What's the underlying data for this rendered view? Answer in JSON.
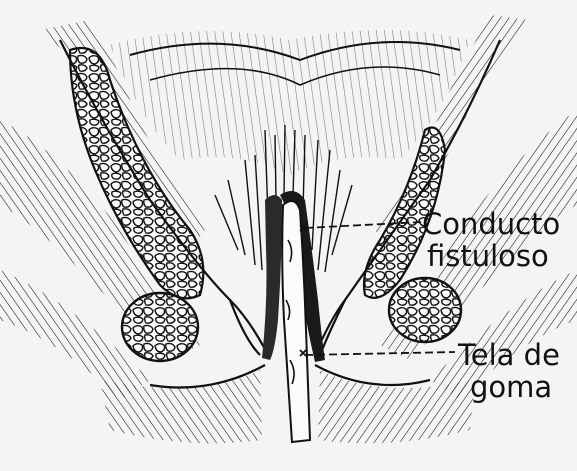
{
  "labels": {
    "conducto": "Conducto",
    "fistuloso": "fistuloso",
    "tela_de": "Tela de",
    "goma": "goma"
  },
  "colors": {
    "ink": "#111111",
    "paper": "#f4f4f2"
  }
}
